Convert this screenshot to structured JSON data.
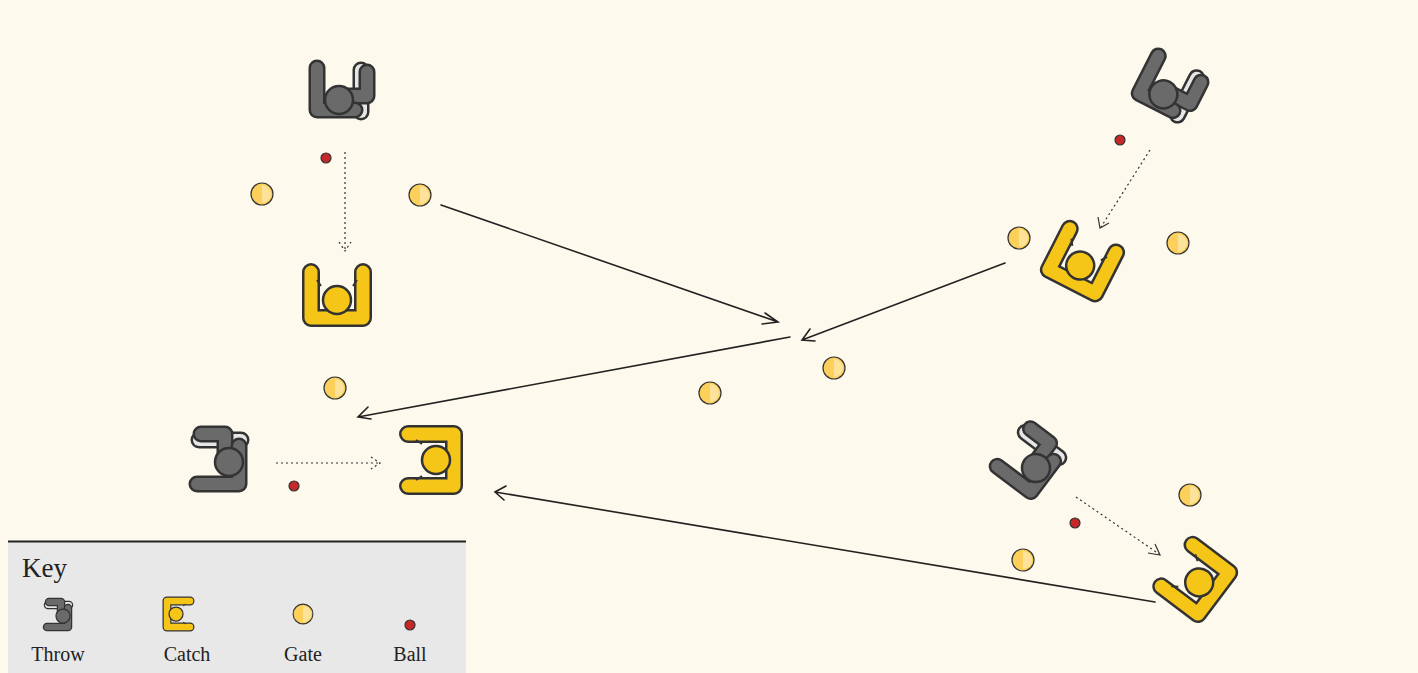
{
  "diagram": {
    "labels": [
      "Key"
    ],
    "legend": [
      {
        "text": "Throw"
      },
      {
        "text": "Catch"
      },
      {
        "text": "Gate"
      },
      {
        "text": "Ball"
      }
    ]
  }
}
